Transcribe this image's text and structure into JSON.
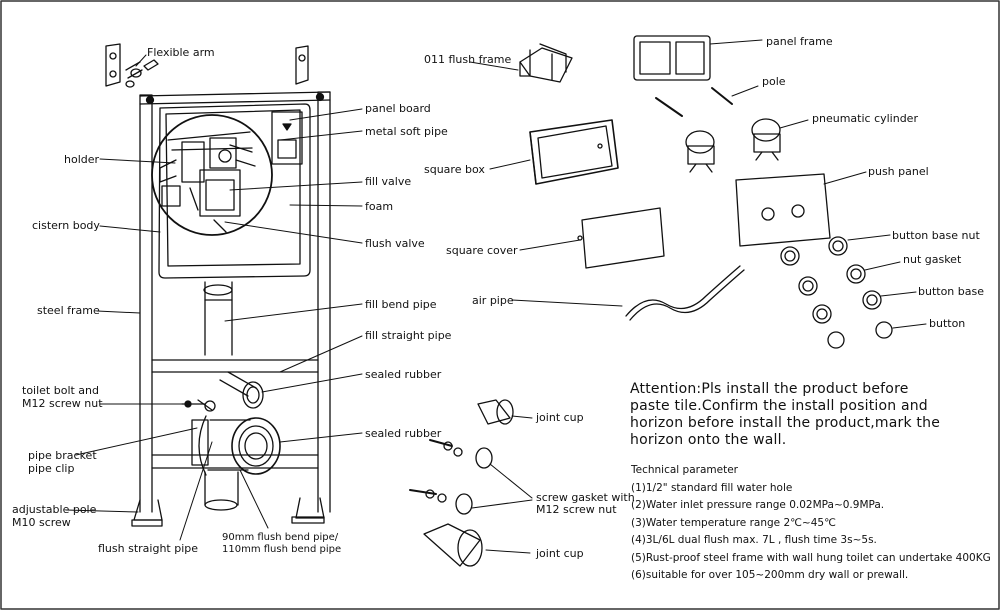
{
  "labels": {
    "flexible_arm": "Flexible arm",
    "panel_board": "panel  board",
    "metal_soft_pipe": "metal soft pipe",
    "holder": "holder",
    "fill_valve": "fill valve",
    "foam": "foam",
    "cistern_body": "cistern body",
    "flush_valve": "flush valve",
    "steel_frame": "steel frame",
    "fill_bend_pipe": "fill bend pipe",
    "fill_straight_pipe": "fill straight pipe",
    "sealed_rubber_1": "sealed rubber",
    "toilet_bolt_1": "toilet bolt and",
    "toilet_bolt_2": "M12 screw nut",
    "sealed_rubber_2": "sealed rubber",
    "pipe_bracket": "pipe bracket",
    "pipe_clip": "pipe clip",
    "adjustable_pole": "adjustable pole",
    "m10_screw": "M10 screw",
    "flush_straight_pipe": "flush straight pipe",
    "bend_pipe_1": "90mm  flush  bend  pipe/",
    "bend_pipe_2": "110mm flush bend pipe",
    "flush_frame_011": "011 flush frame",
    "panel_frame": "panel frame",
    "pole": "pole",
    "pneumatic_cylinder": "pneumatic cylinder",
    "square_box": "square box",
    "push_panel": "push panel",
    "square_cover": "square cover",
    "button_base_nut": "button base nut",
    "nut_gasket": "nut gasket",
    "button_base": "button base",
    "button": "button",
    "air_pipe": "air pipe",
    "joint_cup_1": "joint cup",
    "screw_gasket_1": "screw gasket with",
    "screw_gasket_2": "M12 screw nut",
    "joint_cup_2": "joint cup"
  },
  "attention": [
    "Attention:Pls install the product before",
    "paste tile.Confirm the install position and",
    "horizon before install the product,mark the",
    "horizon onto the wall."
  ],
  "technical": {
    "title": "Technical parameter",
    "items": [
      "(1)1/2\" standard fill water hole",
      "(2)Water inlet pressure range 0.02MPa~0.9MPa.",
      "(3)Water temperature range 2℃~45℃",
      "(4)3L/6L dual flush max. 7L , flush time 3s~5s.",
      "(5)Rust-proof steel frame with wall hung toilet can undertake 400KG",
      "(6)suitable for over 105~200mm dry wall or prewall."
    ]
  }
}
